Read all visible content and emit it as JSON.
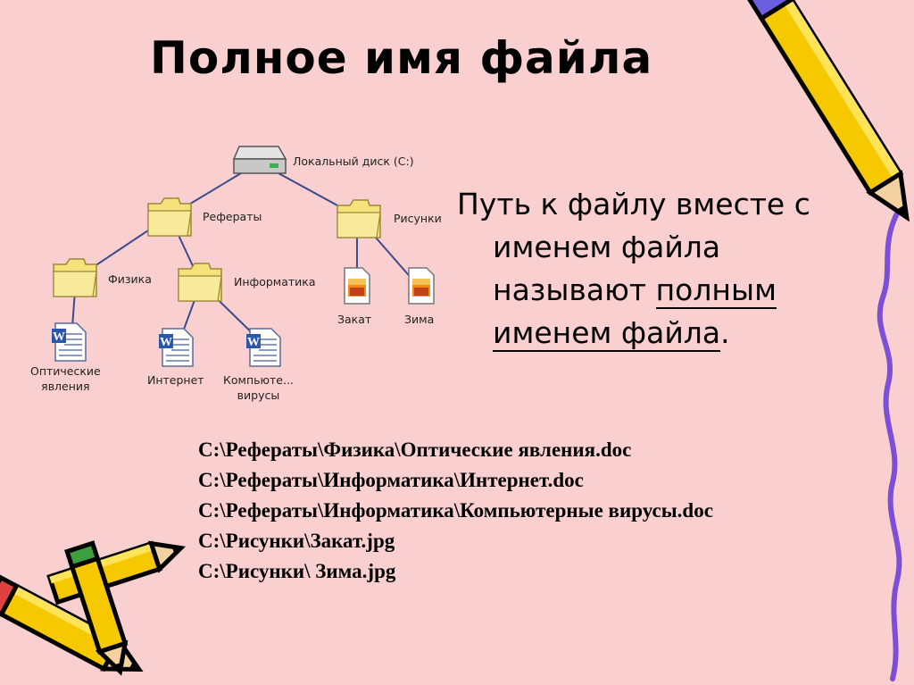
{
  "title": "Полное имя файла",
  "definition": {
    "lines": [
      "Путь к файлу вместе с",
      "именем файла",
      "называют ",
      "полным",
      "именем файла",
      "."
    ]
  },
  "tree": {
    "root": "Локальный диск (C:)",
    "folder_referaty": "Рефераты",
    "folder_risunki": "Рисунки",
    "folder_fizika": "Физика",
    "folder_informatika": "Информатика",
    "file_opticheskie_1": "Оптические",
    "file_opticheskie_2": "явления",
    "file_internet": "Интернет",
    "file_kompyutery_1": "Компьюте...",
    "file_kompyutery_2": "вирусы",
    "file_zakat": "Закат",
    "file_zima": "Зима"
  },
  "paths": [
    "C:\\Рефераты\\Физика\\Оптические явления.doc",
    "C:\\Рефераты\\Информатика\\Интернет.doc",
    "C:\\Рефераты\\Информатика\\Компьютерные вирусы.doc",
    "C:\\Рисунки\\Закат.jpg",
    "C:\\Рисунки\\ Зима.jpg"
  ],
  "icons": {
    "drive": "hard-drive-icon",
    "folder": "folder-icon",
    "document": "word-document-icon",
    "image": "image-file-icon",
    "pencil": "pencil-icon"
  },
  "colors": {
    "background": "#f9cfcf",
    "tree_line": "#3d4a8c",
    "folder": "#f5e27a",
    "pencil_body": "#f5c800",
    "pencil_outline": "#000000",
    "squiggle": "#7b4fd8"
  }
}
